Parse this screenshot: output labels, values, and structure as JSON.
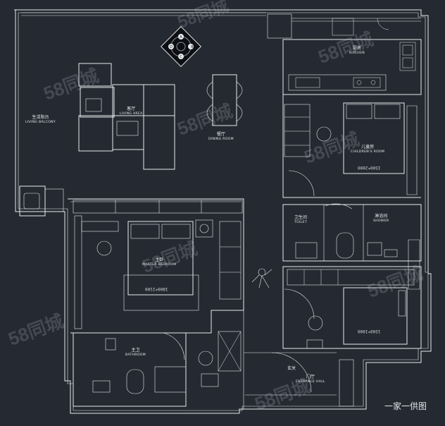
{
  "rooms": {
    "living_balcony": {
      "cn": "生活阳台",
      "en": "LIVING BALCONY"
    },
    "living_area": {
      "cn": "客厅",
      "en": "LIVING AREA"
    },
    "dining_room": {
      "cn": "餐厅",
      "en": "DINING ROOM"
    },
    "kitchen": {
      "cn": "厨房",
      "en": "KITCHEN"
    },
    "childrens_room": {
      "cn": "儿童房",
      "en": "CHILDREN'S ROOM"
    },
    "toilet": {
      "cn": "卫生间",
      "en": "TOILET"
    },
    "shower": {
      "cn": "淋浴间",
      "en": "SHOWER"
    },
    "master_bedroom": {
      "cn": "主卧",
      "en": "MASTER BEDROOM"
    },
    "bathroom": {
      "cn": "主卫",
      "en": "BATHROOM"
    },
    "entrance_hall": {
      "cn": "门厅",
      "en": "ENTRANCE HALL"
    },
    "entry_note": {
      "cn": "玄关"
    }
  },
  "bed_dims": {
    "children": "1500*2000",
    "master": "1800*2100",
    "guest": "1500*1900"
  },
  "compass_letters": [
    "A",
    "B",
    "C",
    "D"
  ],
  "watermark": "58同城",
  "credit": "一家一供图",
  "colors": {
    "background": "#252a32",
    "line": "#e6e9ec",
    "accent_ring": "#8a9096"
  }
}
